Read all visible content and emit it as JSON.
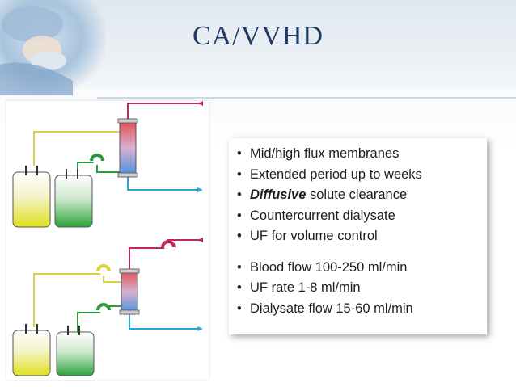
{
  "slide": {
    "title": "CA/VVHD"
  },
  "bullets": [
    {
      "text": "Mid/high flux membranes"
    },
    {
      "text": "Extended period up to weeks"
    },
    {
      "emphasis": "Diffusive",
      "text": " solute clearance"
    },
    {
      "text": "Countercurrent dialysate"
    },
    {
      "text": "UF for volume control"
    },
    {
      "text": "Blood flow 100-250 ml/min"
    },
    {
      "text": "UF rate 1-8 ml/min"
    },
    {
      "text": "Dialysate flow 15-60 ml/min"
    }
  ],
  "bullet_symbol": "•",
  "colors": {
    "title": "#1f3b63",
    "blood_line": "#c2275a",
    "ultrafiltrate_line": "#d8d24a",
    "dialysate_line": "#2e9a3e",
    "return_line": "#2aa7d6",
    "filter_top": "#e04848",
    "filter_bottom": "#3f8fe0"
  }
}
